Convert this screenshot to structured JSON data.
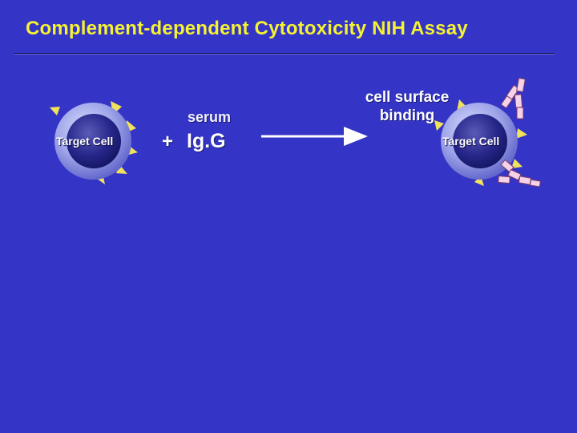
{
  "slide": {
    "title": "Complement-dependent Cytotoxicity NIH Assay",
    "reagent_top": "serum",
    "operator": "+",
    "reagent_main": "Ig.G",
    "reaction_label_line1": "cell surface",
    "reaction_label_line2": "binding",
    "left_cell_label": "Target Cell",
    "right_cell_label": "Target Cell"
  },
  "colors": {
    "background": "#3434c6",
    "title": "#f5f232",
    "cell_outer": "#9aa0e6",
    "cell_nucleus": "#2a2a88",
    "receptor": "#f0e25a",
    "antibody": "#f4d2e8"
  },
  "icons": {
    "arrow": "right-arrow-icon",
    "cell": "cell-icon",
    "receptor": "triangle-receptor-icon",
    "antibody": "antibody-icon"
  }
}
